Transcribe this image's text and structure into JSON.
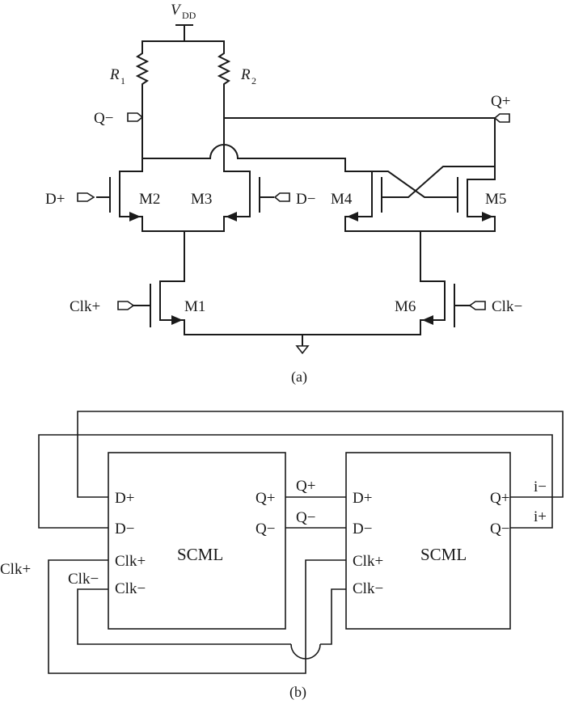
{
  "diagram_a": {
    "supply": {
      "v": "V",
      "sub": "DD"
    },
    "resistors": [
      {
        "name": "R",
        "sub": "1"
      },
      {
        "name": "R",
        "sub": "2"
      }
    ],
    "ports": {
      "q_minus": "Q−",
      "q_plus": "Q+",
      "d_plus": "D+",
      "d_minus": "D−",
      "clk_plus": "Clk+",
      "clk_minus": "Clk−"
    },
    "transistors": [
      "M1",
      "M2",
      "M3",
      "M4",
      "M5",
      "M6"
    ],
    "caption": "(a)"
  },
  "diagram_b": {
    "block1": {
      "title": "SCML",
      "pins": {
        "d_plus": "D+",
        "d_minus": "D−",
        "clk_plus": "Clk+",
        "clk_minus": "Clk−",
        "q_plus": "Q+",
        "q_minus": "Q−"
      }
    },
    "block2": {
      "title": "SCML",
      "pins": {
        "d_plus": "D+",
        "d_minus": "D−",
        "clk_plus": "Clk+",
        "clk_minus": "Clk−",
        "q_plus": "Q+",
        "q_minus": "Q−"
      }
    },
    "wire_labels": {
      "q_plus": "Q+",
      "q_minus": "Q−",
      "i_minus": "i−",
      "i_plus": "i+",
      "clk_plus": "Clk+",
      "clk_minus": "Clk−"
    },
    "caption": "(b)"
  }
}
